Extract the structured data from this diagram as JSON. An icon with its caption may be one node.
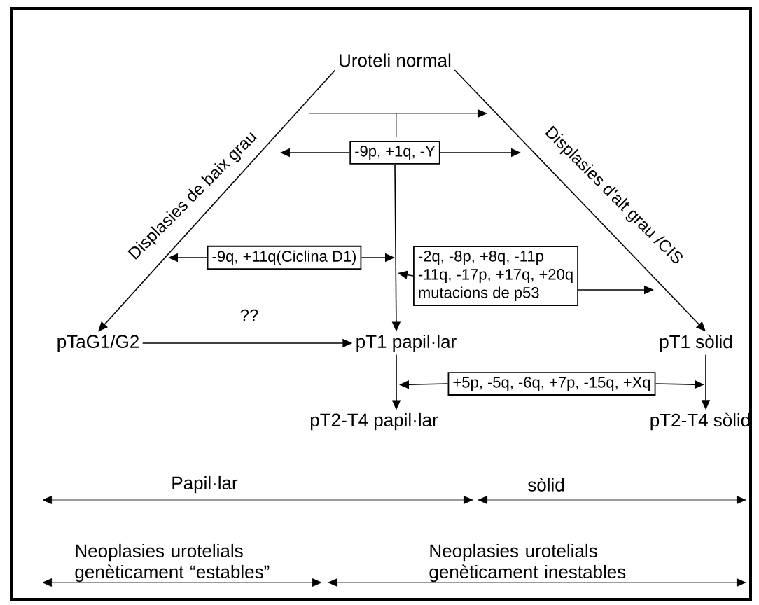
{
  "diagram": {
    "nodes": [
      {
        "text": [
          "Uroteli normal"
        ]
      },
      {
        "text": [
          "pTaG1/G2"
        ]
      },
      {
        "text": [
          "pT1 papil·lar"
        ]
      },
      {
        "text": [
          "pT1 sòlid"
        ]
      },
      {
        "text": [
          "pT2-T4 papil·lar"
        ]
      },
      {
        "text": [
          "pT2-T4 sòlid"
        ]
      },
      {
        "text": [
          "-9p, +1q, -Y"
        ]
      },
      {
        "text": [
          "-9q, +11q(Ciclina D1)"
        ]
      },
      {
        "text": [
          "-2q, -8p, +8q, -11p",
          "-11q, -17p, +17q, +20q",
          "mutacions de p53"
        ]
      },
      {
        "text": [
          "+5p, -5q, -6q, +7p, -15q, +Xq"
        ]
      }
    ],
    "edges": [
      {
        "from": 0,
        "to": 1,
        "arrow": "to",
        "label": "Displasies de baix grau"
      },
      {
        "from": 0,
        "to": 3,
        "arrow": "to",
        "label": "Displasies d'alt grau /CIS"
      },
      {
        "from": 6,
        "to": 2,
        "arrow": "to"
      },
      {
        "from": 6,
        "to": null,
        "arrow": "to"
      },
      {
        "from": 6,
        "to": null,
        "arrow": "to"
      },
      {
        "from": 7,
        "to": null,
        "arrow": "to"
      },
      {
        "from": 7,
        "to": null,
        "arrow": "to"
      },
      {
        "from": 8,
        "to": null,
        "arrow": "to"
      },
      {
        "from": 8,
        "to": null,
        "arrow": "to"
      },
      {
        "from": 1,
        "to": 2,
        "arrow": "to",
        "label": "??"
      },
      {
        "from": 2,
        "to": 4,
        "arrow": "to"
      },
      {
        "from": 3,
        "to": 5,
        "arrow": "to"
      },
      {
        "from": 9,
        "to": 4,
        "arrow": "to"
      },
      {
        "from": 9,
        "to": 5,
        "arrow": "to"
      }
    ],
    "labels": [
      "Papil·lar",
      "sòlid",
      "Neoplasies urotelials genèticament “estables”",
      "Neoplasies urotelials genèticament inestables"
    ]
  }
}
